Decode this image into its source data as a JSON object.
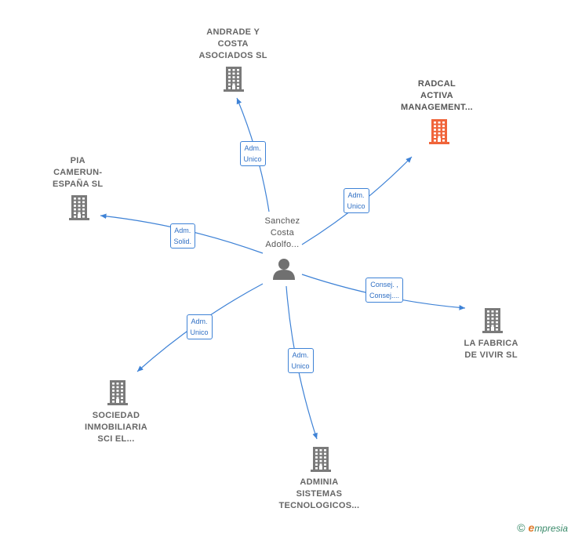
{
  "center": {
    "lines": [
      "Sanchez",
      "Costa",
      "Adolfo..."
    ]
  },
  "companies": [
    {
      "id": "andrade",
      "lines": [
        "ANDRADE Y",
        "COSTA",
        "ASOCIADOS SL"
      ],
      "color": "#7a7a7a"
    },
    {
      "id": "radcal",
      "lines": [
        "RADCAL",
        "ACTIVA",
        "MANAGEMENT..."
      ],
      "color": "#f0643a"
    },
    {
      "id": "pia",
      "lines": [
        "PIA",
        "CAMERUN-",
        "ESPAÑA SL"
      ],
      "color": "#7a7a7a"
    },
    {
      "id": "fabrica",
      "lines": [
        "LA FABRICA",
        "DE VIVIR SL"
      ],
      "color": "#7a7a7a"
    },
    {
      "id": "sociedad",
      "lines": [
        "SOCIEDAD",
        "INMOBILIARIA",
        "SCI EL..."
      ],
      "color": "#7a7a7a"
    },
    {
      "id": "adminia",
      "lines": [
        "ADMINIA",
        "SISTEMAS",
        "TECNOLOGICOS..."
      ],
      "color": "#7a7a7a"
    }
  ],
  "edges": [
    {
      "target": "andrade",
      "lines": [
        "Adm.",
        "Unico"
      ]
    },
    {
      "target": "radcal",
      "lines": [
        "Adm.",
        "Unico"
      ]
    },
    {
      "target": "pia",
      "lines": [
        "Adm.",
        "Solid."
      ]
    },
    {
      "target": "fabrica",
      "lines": [
        "Consej. ,",
        "Consej...."
      ]
    },
    {
      "target": "sociedad",
      "lines": [
        "Adm.",
        "Unico"
      ]
    },
    {
      "target": "adminia",
      "lines": [
        "Adm.",
        "Unico"
      ]
    }
  ],
  "colors": {
    "edge": "#3e82d6",
    "person": "#707070",
    "building": "#7a7a7a",
    "highlight": "#f0643a"
  },
  "footer": {
    "copyright": "©",
    "brand_initial": "e",
    "brand_rest": "mpresia"
  }
}
